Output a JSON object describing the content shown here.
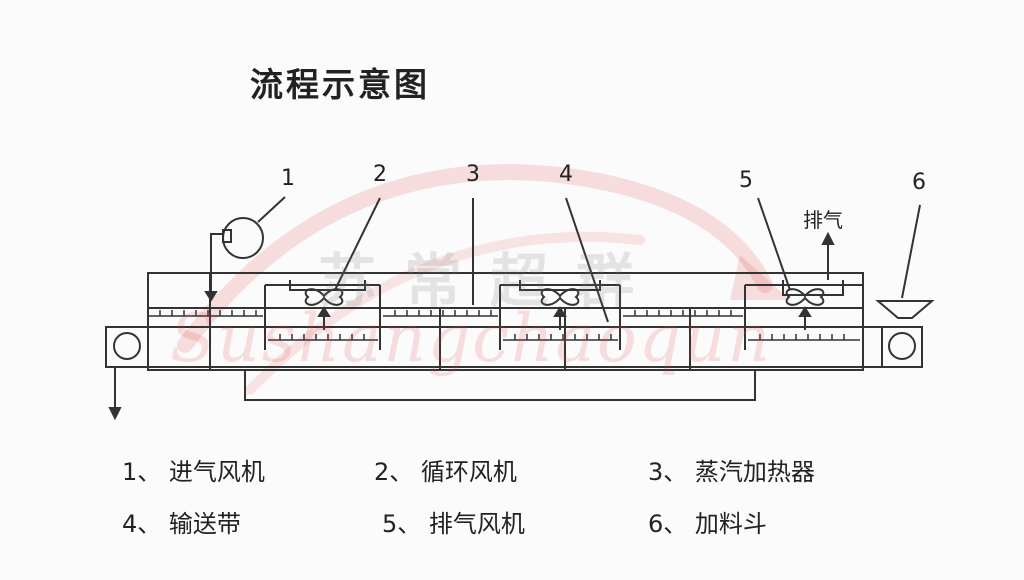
{
  "title": "流程示意图",
  "callouts": [
    "1",
    "2",
    "3",
    "4",
    "5",
    "6"
  ],
  "exhaust_label": "排气",
  "legend": [
    {
      "num": "1",
      "text": "进气风机"
    },
    {
      "num": "2",
      "text": "循环风机"
    },
    {
      "num": "3",
      "text": "蒸汽加热器"
    },
    {
      "num": "4",
      "text": "输送带"
    },
    {
      "num": "5",
      "text": "排气风机"
    },
    {
      "num": "6",
      "text": "加料斗"
    }
  ],
  "legend_separator": "、",
  "watermark": {
    "cn": "苏常超群",
    "en": "Sushangchaoqun"
  },
  "colors": {
    "line": "#333333",
    "watermark_red": "#e03c3c",
    "background": "#fbfbfb"
  }
}
